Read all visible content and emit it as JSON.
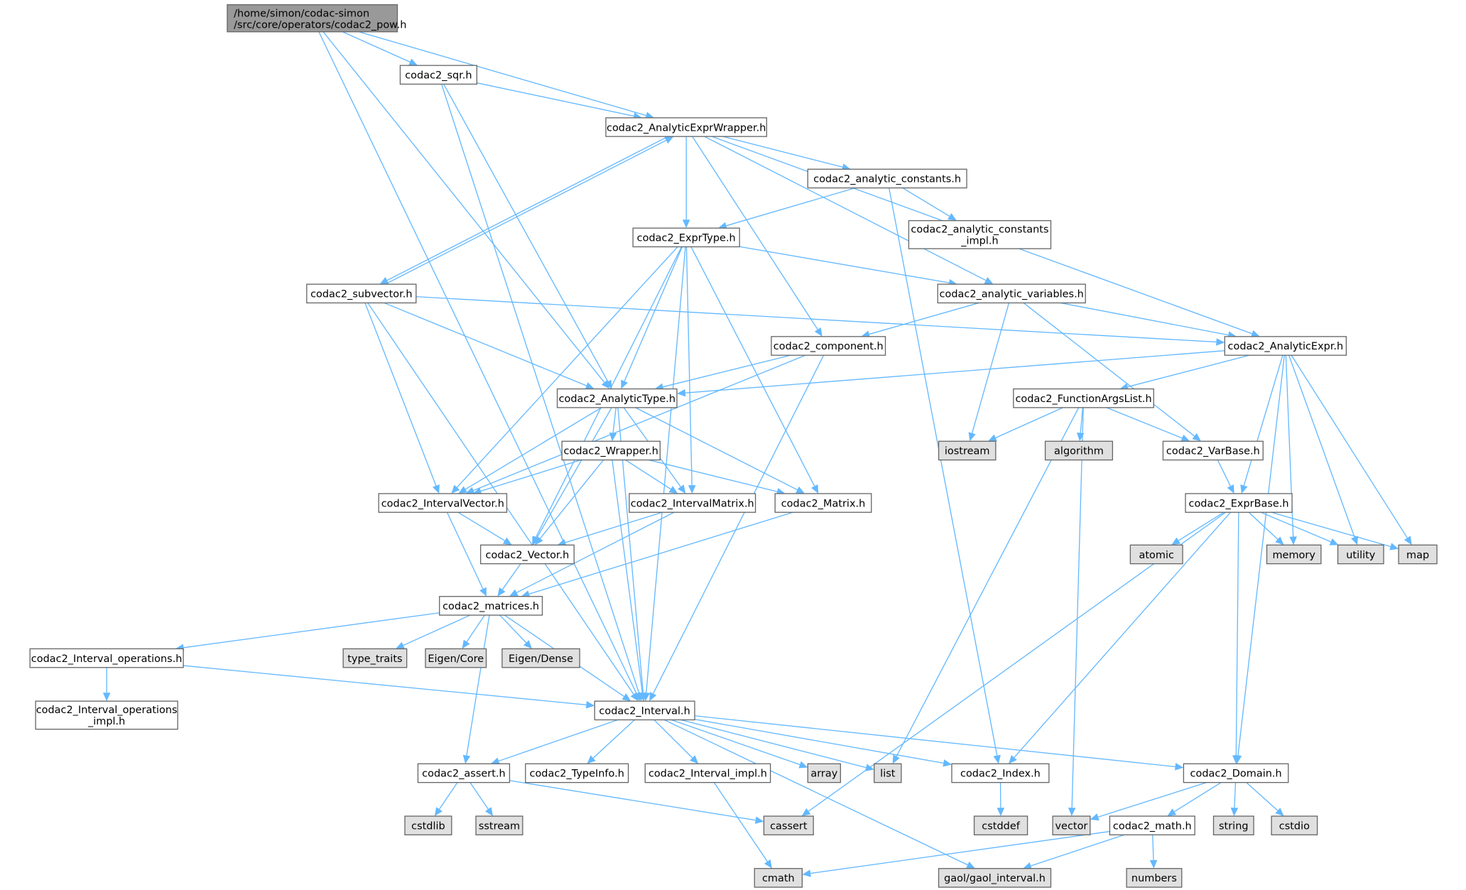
{
  "graph": {
    "nodes": [
      {
        "id": "pow",
        "label": [
          "/home/simon/codac-simon",
          "/src/core/operators/codac2_pow.h"
        ],
        "kind": "root"
      },
      {
        "id": "sqr",
        "label": [
          "codac2_sqr.h"
        ],
        "kind": "file"
      },
      {
        "id": "aew",
        "label": [
          "codac2_AnalyticExprWrapper.h"
        ],
        "kind": "file"
      },
      {
        "id": "aconst",
        "label": [
          "codac2_analytic_constants.h"
        ],
        "kind": "file"
      },
      {
        "id": "aconsti",
        "label": [
          "codac2_analytic_constants",
          "_impl.h"
        ],
        "kind": "file"
      },
      {
        "id": "exprtype",
        "label": [
          "codac2_ExprType.h"
        ],
        "kind": "file"
      },
      {
        "id": "subvector",
        "label": [
          "codac2_subvector.h"
        ],
        "kind": "file"
      },
      {
        "id": "avars",
        "label": [
          "codac2_analytic_variables.h"
        ],
        "kind": "file"
      },
      {
        "id": "component",
        "label": [
          "codac2_component.h"
        ],
        "kind": "file"
      },
      {
        "id": "aexpr",
        "label": [
          "codac2_AnalyticExpr.h"
        ],
        "kind": "file"
      },
      {
        "id": "atype",
        "label": [
          "codac2_AnalyticType.h"
        ],
        "kind": "file"
      },
      {
        "id": "fargs",
        "label": [
          "codac2_FunctionArgsList.h"
        ],
        "kind": "file"
      },
      {
        "id": "wrapper",
        "label": [
          "codac2_Wrapper.h"
        ],
        "kind": "file"
      },
      {
        "id": "iostream",
        "label": [
          "iostream"
        ],
        "kind": "system"
      },
      {
        "id": "algorithm",
        "label": [
          "algorithm"
        ],
        "kind": "system"
      },
      {
        "id": "varbase",
        "label": [
          "codac2_VarBase.h"
        ],
        "kind": "file"
      },
      {
        "id": "ivector",
        "label": [
          "codac2_IntervalVector.h"
        ],
        "kind": "file"
      },
      {
        "id": "imatrix",
        "label": [
          "codac2_IntervalMatrix.h"
        ],
        "kind": "file"
      },
      {
        "id": "matrix",
        "label": [
          "codac2_Matrix.h"
        ],
        "kind": "file"
      },
      {
        "id": "exprbase",
        "label": [
          "codac2_ExprBase.h"
        ],
        "kind": "file"
      },
      {
        "id": "atomic",
        "label": [
          "atomic"
        ],
        "kind": "system"
      },
      {
        "id": "memory",
        "label": [
          "memory"
        ],
        "kind": "system"
      },
      {
        "id": "utility",
        "label": [
          "utility"
        ],
        "kind": "system"
      },
      {
        "id": "map",
        "label": [
          "map"
        ],
        "kind": "system"
      },
      {
        "id": "vector_h",
        "label": [
          "codac2_Vector.h"
        ],
        "kind": "file"
      },
      {
        "id": "matrices",
        "label": [
          "codac2_matrices.h"
        ],
        "kind": "file"
      },
      {
        "id": "iops",
        "label": [
          "codac2_Interval_operations.h"
        ],
        "kind": "file"
      },
      {
        "id": "type_traits",
        "label": [
          "type_traits"
        ],
        "kind": "system"
      },
      {
        "id": "eigencore",
        "label": [
          "Eigen/Core"
        ],
        "kind": "system"
      },
      {
        "id": "eigendense",
        "label": [
          "Eigen/Dense"
        ],
        "kind": "system"
      },
      {
        "id": "iopsi",
        "label": [
          "codac2_Interval_operations",
          "_impl.h"
        ],
        "kind": "file"
      },
      {
        "id": "interval",
        "label": [
          "codac2_Interval.h"
        ],
        "kind": "file"
      },
      {
        "id": "assert",
        "label": [
          "codac2_assert.h"
        ],
        "kind": "file"
      },
      {
        "id": "typeinfo",
        "label": [
          "codac2_TypeInfo.h"
        ],
        "kind": "file"
      },
      {
        "id": "iimpl",
        "label": [
          "codac2_Interval_impl.h"
        ],
        "kind": "file"
      },
      {
        "id": "array",
        "label": [
          "array"
        ],
        "kind": "system"
      },
      {
        "id": "list",
        "label": [
          "list"
        ],
        "kind": "system"
      },
      {
        "id": "index",
        "label": [
          "codac2_Index.h"
        ],
        "kind": "file"
      },
      {
        "id": "domain",
        "label": [
          "codac2_Domain.h"
        ],
        "kind": "file"
      },
      {
        "id": "cstdlib",
        "label": [
          "cstdlib"
        ],
        "kind": "system"
      },
      {
        "id": "sstream",
        "label": [
          "sstream"
        ],
        "kind": "system"
      },
      {
        "id": "cassert",
        "label": [
          "cassert"
        ],
        "kind": "system"
      },
      {
        "id": "cstddef",
        "label": [
          "cstddef"
        ],
        "kind": "system"
      },
      {
        "id": "vector",
        "label": [
          "vector"
        ],
        "kind": "system"
      },
      {
        "id": "string",
        "label": [
          "string"
        ],
        "kind": "system"
      },
      {
        "id": "cstdio",
        "label": [
          "cstdio"
        ],
        "kind": "system"
      },
      {
        "id": "math",
        "label": [
          "codac2_math.h"
        ],
        "kind": "file"
      },
      {
        "id": "cmath",
        "label": [
          "cmath"
        ],
        "kind": "system"
      },
      {
        "id": "gaol",
        "label": [
          "gaol/gaol_interval.h"
        ],
        "kind": "system"
      },
      {
        "id": "numbers",
        "label": [
          "numbers"
        ],
        "kind": "system"
      }
    ],
    "edges": [
      [
        "pow",
        "sqr"
      ],
      [
        "pow",
        "aew"
      ],
      [
        "pow",
        "atype"
      ],
      [
        "pow",
        "interval"
      ],
      [
        "sqr",
        "aew"
      ],
      [
        "sqr",
        "atype"
      ],
      [
        "sqr",
        "interval"
      ],
      [
        "aew",
        "aconst"
      ],
      [
        "aew",
        "exprtype"
      ],
      [
        "aew",
        "subvector"
      ],
      [
        "aew",
        "avars"
      ],
      [
        "aew",
        "component"
      ],
      [
        "aew",
        "aexpr"
      ],
      [
        "subvector",
        "aew"
      ],
      [
        "subvector",
        "aexpr"
      ],
      [
        "subvector",
        "atype"
      ],
      [
        "subvector",
        "ivector"
      ],
      [
        "subvector",
        "interval"
      ],
      [
        "aconst",
        "exprtype"
      ],
      [
        "aconst",
        "aconsti"
      ],
      [
        "aconst",
        "index"
      ],
      [
        "exprtype",
        "avars"
      ],
      [
        "exprtype",
        "atype"
      ],
      [
        "exprtype",
        "ivector"
      ],
      [
        "exprtype",
        "imatrix"
      ],
      [
        "exprtype",
        "matrix"
      ],
      [
        "exprtype",
        "vector_h"
      ],
      [
        "exprtype",
        "interval"
      ],
      [
        "avars",
        "component"
      ],
      [
        "avars",
        "aexpr"
      ],
      [
        "avars",
        "iostream"
      ],
      [
        "avars",
        "varbase"
      ],
      [
        "component",
        "atype"
      ],
      [
        "component",
        "ivector"
      ],
      [
        "component",
        "interval"
      ],
      [
        "aexpr",
        "atype"
      ],
      [
        "aexpr",
        "fargs"
      ],
      [
        "aexpr",
        "exprbase"
      ],
      [
        "aexpr",
        "memory"
      ],
      [
        "aexpr",
        "utility"
      ],
      [
        "aexpr",
        "map"
      ],
      [
        "aexpr",
        "domain"
      ],
      [
        "atype",
        "wrapper"
      ],
      [
        "atype",
        "ivector"
      ],
      [
        "atype",
        "imatrix"
      ],
      [
        "atype",
        "matrix"
      ],
      [
        "atype",
        "vector_h"
      ],
      [
        "atype",
        "interval"
      ],
      [
        "fargs",
        "iostream"
      ],
      [
        "fargs",
        "algorithm"
      ],
      [
        "fargs",
        "varbase"
      ],
      [
        "fargs",
        "list"
      ],
      [
        "fargs",
        "vector"
      ],
      [
        "varbase",
        "exprbase"
      ],
      [
        "wrapper",
        "ivector"
      ],
      [
        "wrapper",
        "imatrix"
      ],
      [
        "wrapper",
        "matrix"
      ],
      [
        "wrapper",
        "vector_h"
      ],
      [
        "wrapper",
        "interval"
      ],
      [
        "exprbase",
        "atomic"
      ],
      [
        "exprbase",
        "memory"
      ],
      [
        "exprbase",
        "utility"
      ],
      [
        "exprbase",
        "map"
      ],
      [
        "exprbase",
        "cassert"
      ],
      [
        "exprbase",
        "index"
      ],
      [
        "exprbase",
        "domain"
      ],
      [
        "ivector",
        "vector_h"
      ],
      [
        "ivector",
        "matrices"
      ],
      [
        "imatrix",
        "vector_h"
      ],
      [
        "imatrix",
        "matrices"
      ],
      [
        "matrix",
        "matrices"
      ],
      [
        "vector_h",
        "matrices"
      ],
      [
        "matrices",
        "iops"
      ],
      [
        "matrices",
        "type_traits"
      ],
      [
        "matrices",
        "eigencore"
      ],
      [
        "matrices",
        "eigendense"
      ],
      [
        "matrices",
        "interval"
      ],
      [
        "matrices",
        "assert"
      ],
      [
        "iops",
        "iopsi"
      ],
      [
        "iops",
        "interval"
      ],
      [
        "interval",
        "assert"
      ],
      [
        "interval",
        "typeinfo"
      ],
      [
        "interval",
        "iimpl"
      ],
      [
        "interval",
        "array"
      ],
      [
        "interval",
        "list"
      ],
      [
        "interval",
        "index"
      ],
      [
        "interval",
        "domain"
      ],
      [
        "interval",
        "gaol"
      ],
      [
        "assert",
        "cstdlib"
      ],
      [
        "assert",
        "sstream"
      ],
      [
        "assert",
        "cassert"
      ],
      [
        "iimpl",
        "cmath"
      ],
      [
        "index",
        "cstddef"
      ],
      [
        "domain",
        "vector"
      ],
      [
        "domain",
        "math"
      ],
      [
        "domain",
        "string"
      ],
      [
        "domain",
        "cstdio"
      ],
      [
        "math",
        "cmath"
      ],
      [
        "math",
        "gaol"
      ],
      [
        "math",
        "numbers"
      ]
    ],
    "colors": {
      "edge": "#63b8ff",
      "root_fill": "#999999",
      "file_fill": "#ffffff",
      "system_fill": "#e0e0e0",
      "border": "#666666"
    }
  }
}
